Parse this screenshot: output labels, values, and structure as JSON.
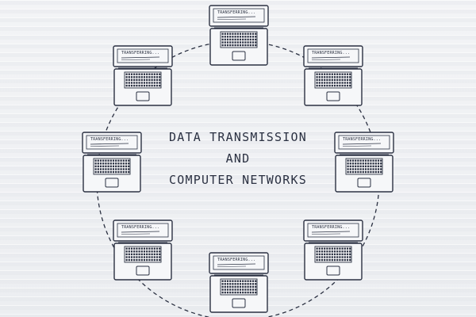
{
  "diagram": {
    "title_lines": [
      "DATA TRANSMISSION",
      "AND",
      "COMPUTER NETWORKS"
    ],
    "screen_label": "TRANSFERRING...",
    "laptop_count": 8,
    "colors": {
      "ink": "#2b3142",
      "background": "#f1f2f4"
    },
    "connection_style": "dashed-circle"
  }
}
